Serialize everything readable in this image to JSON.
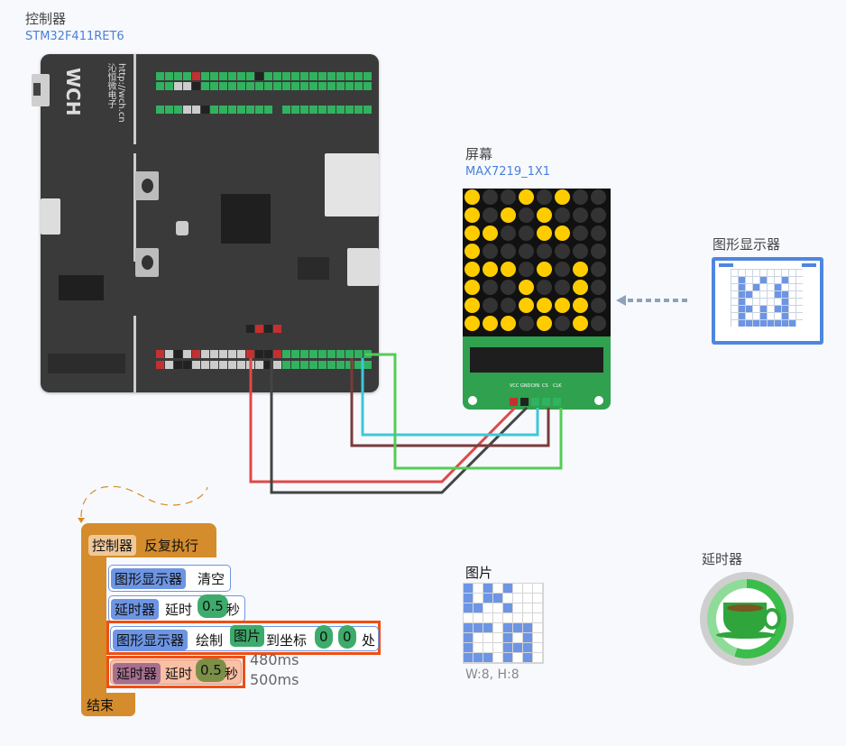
{
  "controller": {
    "title": "控制器",
    "model": "STM32F411RET6",
    "logo": "WCH",
    "logo_sub": "沁恒微电子",
    "url": "http://wch.cn"
  },
  "screen": {
    "title": "屏幕",
    "model": "MAX7219_1X1",
    "pins": [
      "VCC",
      "GND",
      "DIN",
      "CS",
      "CLK"
    ]
  },
  "display_icon": {
    "title": "图形显示器"
  },
  "image": {
    "title": "图片",
    "size_label": "W:8, H:8"
  },
  "timer": {
    "title": "延时器"
  },
  "colors": {
    "led_on": "#ffcc00",
    "led_off": "#333333",
    "wire_red": "#e04848",
    "wire_black": "#444444",
    "wire_cyan": "#3cc8d8",
    "wire_brown": "#7a3b3b",
    "wire_green": "#55cc55",
    "block_loop": "#d58c2c",
    "block_display": "#6d95e3",
    "block_timer": "#6d95e3",
    "highlight": "#f04e12"
  },
  "led_pattern": [
    [
      1,
      0,
      0,
      1,
      0,
      1,
      0,
      0
    ],
    [
      1,
      0,
      1,
      0,
      1,
      0,
      0,
      0
    ],
    [
      1,
      1,
      0,
      0,
      1,
      1,
      0,
      0
    ],
    [
      1,
      0,
      0,
      0,
      0,
      0,
      0,
      0
    ],
    [
      1,
      1,
      1,
      0,
      1,
      0,
      1,
      0
    ],
    [
      1,
      0,
      0,
      1,
      0,
      0,
      1,
      0
    ],
    [
      1,
      0,
      0,
      1,
      1,
      1,
      1,
      0
    ],
    [
      1,
      1,
      1,
      0,
      1,
      0,
      1,
      0
    ]
  ],
  "image_pattern": [
    [
      1,
      0,
      1,
      0,
      1,
      0,
      0,
      0
    ],
    [
      1,
      0,
      1,
      1,
      0,
      0,
      0,
      0
    ],
    [
      1,
      1,
      0,
      0,
      1,
      0,
      0,
      0
    ],
    [
      0,
      0,
      0,
      0,
      0,
      0,
      0,
      0
    ],
    [
      1,
      1,
      1,
      0,
      1,
      1,
      1,
      0
    ],
    [
      1,
      0,
      0,
      0,
      1,
      0,
      1,
      0
    ],
    [
      1,
      0,
      0,
      0,
      1,
      1,
      1,
      0
    ],
    [
      1,
      1,
      1,
      0,
      1,
      0,
      1,
      0
    ]
  ],
  "icon_pattern": [
    [
      0,
      0,
      0,
      0,
      0,
      0,
      0,
      0,
      0,
      0
    ],
    [
      0,
      1,
      0,
      0,
      1,
      0,
      0,
      1,
      0,
      0
    ],
    [
      0,
      1,
      0,
      1,
      0,
      0,
      1,
      0,
      0,
      0
    ],
    [
      0,
      1,
      1,
      0,
      0,
      0,
      1,
      1,
      0,
      0
    ],
    [
      0,
      1,
      0,
      0,
      0,
      0,
      0,
      1,
      0,
      0
    ],
    [
      0,
      1,
      1,
      0,
      1,
      0,
      1,
      1,
      0,
      0
    ],
    [
      0,
      1,
      0,
      0,
      1,
      0,
      0,
      1,
      0,
      0
    ],
    [
      0,
      1,
      1,
      1,
      1,
      1,
      1,
      1,
      1,
      0
    ]
  ],
  "program": {
    "loop": {
      "module": "控制器",
      "text": "反复执行",
      "end": "结束"
    },
    "rows": [
      {
        "module": "图形显示器",
        "text": "清空"
      },
      {
        "module": "延时器",
        "text": "延时",
        "value": "0.5",
        "unit": "秒"
      },
      {
        "module": "图形显示器",
        "text": "绘制",
        "arg": "图片",
        "text2": "到坐标",
        "x": "0",
        "y": "0",
        "text3": "处"
      },
      {
        "module": "延时器",
        "text": "延时",
        "value": "0.5",
        "unit": "秒"
      }
    ],
    "timing": [
      "480ms",
      "500ms"
    ]
  }
}
